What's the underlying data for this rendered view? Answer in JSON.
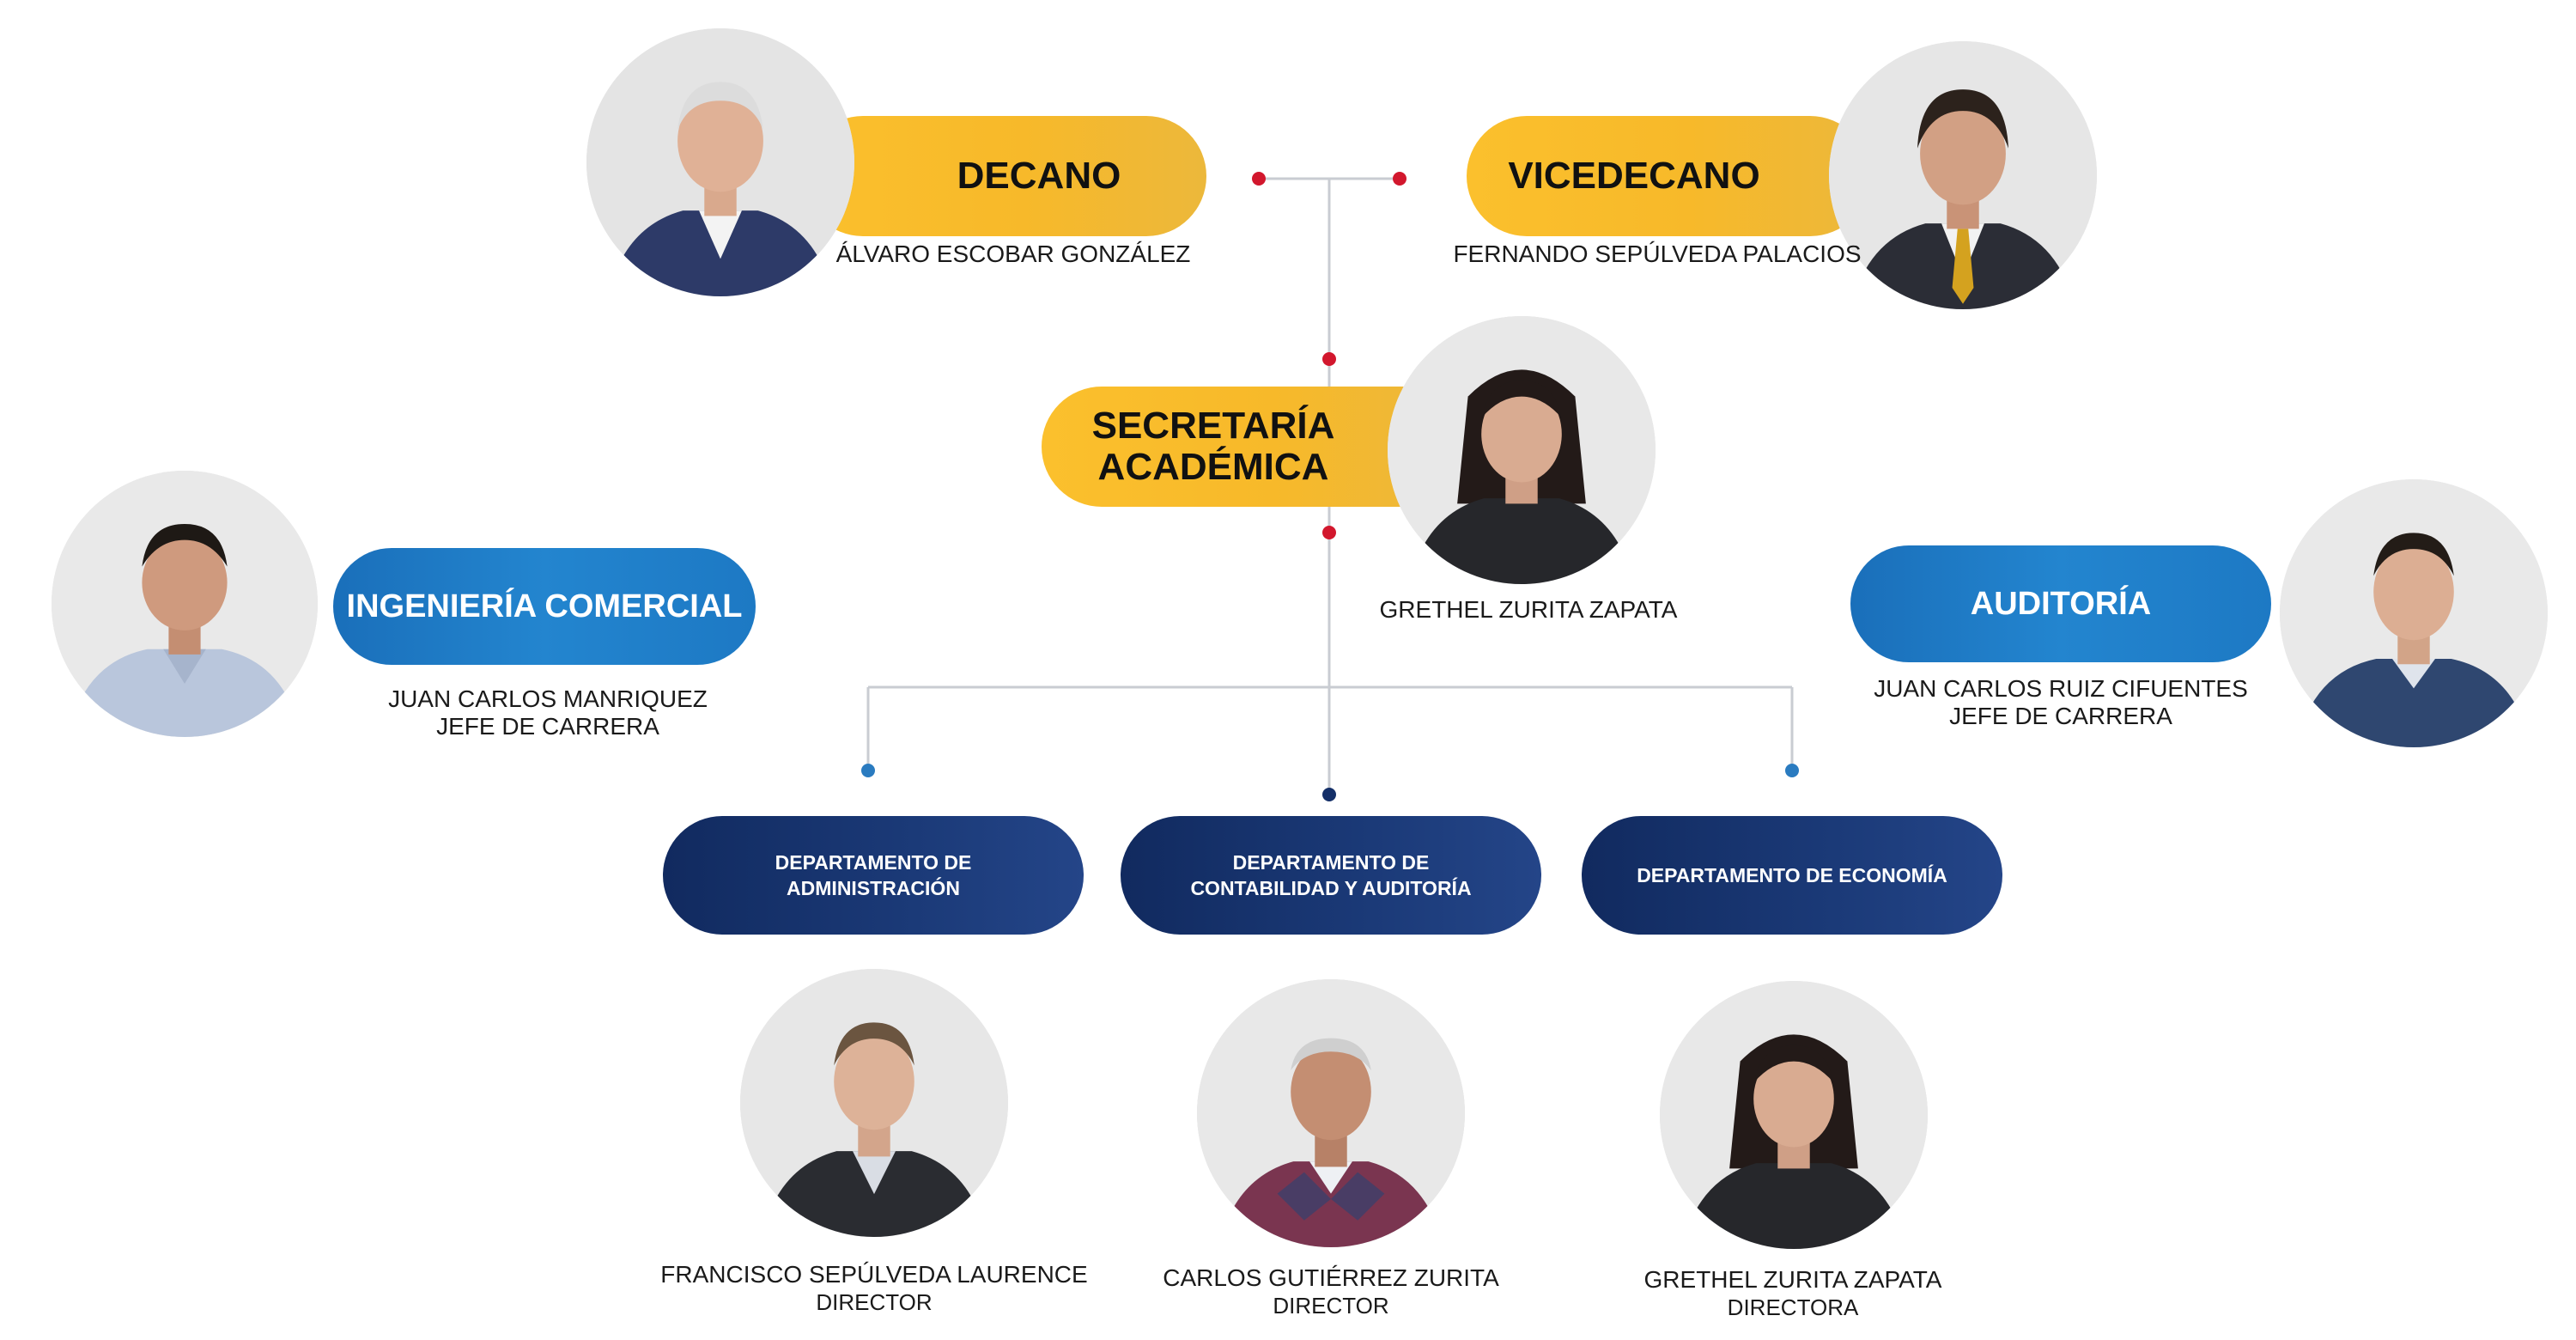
{
  "colors": {
    "gold": "#fbc02d",
    "blue": "#1f7cc6",
    "navy": "#142f68",
    "red_dot": "#d2172d",
    "blue_dot": "#2a7bc0",
    "navy_dot": "#142f68",
    "connector": "#c9ccd2"
  },
  "decano": {
    "title": "DECANO",
    "name": "ÁLVARO ESCOBAR GONZÁLEZ"
  },
  "vicedecano": {
    "title": "VICEDECANO",
    "name": "FERNANDO SEPÚLVEDA PALACIOS"
  },
  "secretaria": {
    "title_line1": "SECRETARÍA",
    "title_line2": "ACADÉMICA",
    "name": "GRETHEL ZURITA ZAPATA"
  },
  "ingenieria": {
    "title": "INGENIERÍA COMERCIAL",
    "name": "JUAN CARLOS MANRIQUEZ",
    "role": "JEFE DE CARRERA"
  },
  "auditoria": {
    "title": "AUDITORÍA",
    "name": "JUAN CARLOS RUIZ CIFUENTES",
    "role": "JEFE DE CARRERA"
  },
  "departments": [
    {
      "title_line1": "DEPARTAMENTO DE",
      "title_line2": "ADMINISTRACIÓN",
      "name": "FRANCISCO SEPÚLVEDA LAURENCE",
      "role": "DIRECTOR"
    },
    {
      "title_line1": "DEPARTAMENTO DE",
      "title_line2": "CONTABILIDAD Y AUDITORÍA",
      "name": "CARLOS GUTIÉRREZ ZURITA",
      "role": "DIRECTOR"
    },
    {
      "title_line1": "DEPARTAMENTO DE ECONOMÍA",
      "title_line2": "",
      "name": "GRETHEL ZURITA ZAPATA",
      "role": "DIRECTORA"
    }
  ]
}
